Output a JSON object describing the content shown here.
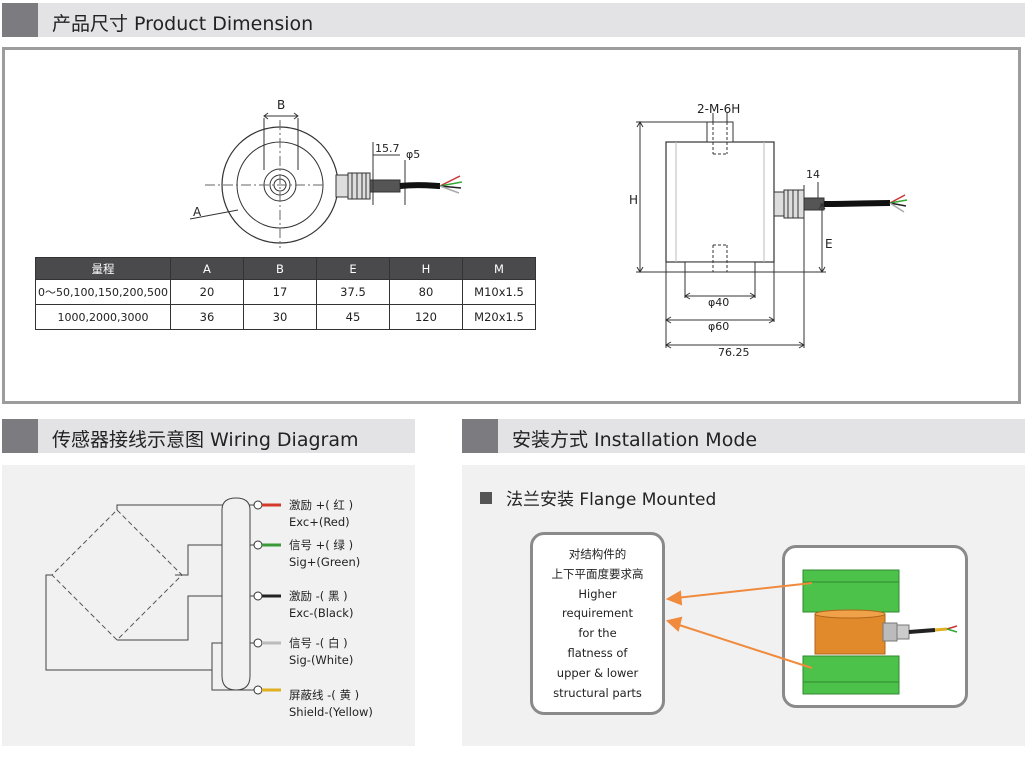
{
  "headers": {
    "dimension": "产品尺寸 Product Dimension",
    "wiring": "传感器接线示意图 Wiring Diagram",
    "installation": "安装方式 Installation Mode"
  },
  "dimension_drawing": {
    "top_view": {
      "label_a": "A",
      "label_b": "B",
      "label_15_7": "15.7",
      "label_phi5": "φ5"
    },
    "side_view": {
      "label_thread": "2-M-6H",
      "label_h": "H",
      "label_e": "E",
      "label_14": "14",
      "label_phi40": "φ40",
      "label_phi60": "φ60",
      "label_76_25": "76.25"
    }
  },
  "spec_table": {
    "headers": [
      "量程",
      "A",
      "B",
      "E",
      "H",
      "M"
    ],
    "rows": [
      [
        "0～50,100,150,200,500",
        "20",
        "17",
        "37.5",
        "80",
        "M10x1.5"
      ],
      [
        "1000,2000,3000",
        "36",
        "30",
        "45",
        "120",
        "M20x1.5"
      ]
    ]
  },
  "wiring": {
    "wires": [
      {
        "cn": "激励 +( 红 )",
        "en": "Exc+(Red)",
        "color": "#d23a2a"
      },
      {
        "cn": "信号 +( 绿 )",
        "en": "Sig+(Green)",
        "color": "#3a9a3a"
      },
      {
        "cn": "激励 -( 黑 )",
        "en": "Exc-(Black)",
        "color": "#222222"
      },
      {
        "cn": "信号 -( 白 )",
        "en": "Sig-(White)",
        "color": "#cccccc"
      },
      {
        "cn": "屏蔽线 -( 黄 )",
        "en": "Shield-(Yellow)",
        "color": "#e0b020"
      }
    ]
  },
  "installation": {
    "method": "法兰安装 Flange Mounted",
    "callout_lines": [
      "对结构件的",
      "上下平面度要求高",
      "Higher",
      "requirement",
      "for the",
      "flatness of",
      "upper & lower",
      "structural parts"
    ],
    "arrow_color": "#f08a3c",
    "flange_color": "#4cc24a",
    "body_color": "#e08a2c"
  }
}
